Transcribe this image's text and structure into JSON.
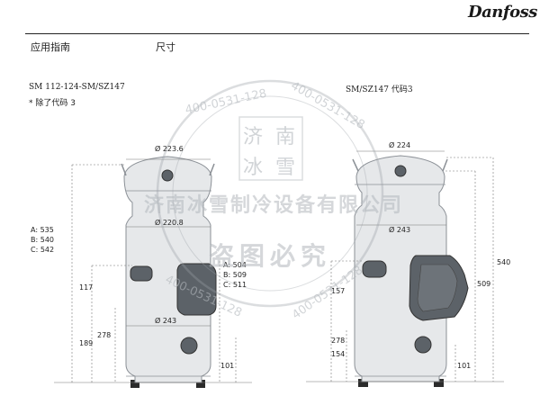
{
  "header": {
    "section": "应用指南",
    "title": "尺寸",
    "brand": "Danfoss"
  },
  "left": {
    "model": "SM 112-124-SM/SZ147",
    "note": "* 除了代码 3",
    "dims": {
      "top_dia": "Ø 223.6",
      "mid_dia": "Ø 220.8",
      "bottom_dia": "Ø 243",
      "heights_abc": [
        "A: 535",
        "B: 540",
        "C: 542"
      ],
      "box_abc": [
        "A: 504",
        "B: 509",
        "C: 511"
      ],
      "h117": "117",
      "h189": "189",
      "h278": "278",
      "h101": "101"
    }
  },
  "right": {
    "model": "SM/SZ147 代码3",
    "dims": {
      "top_dia": "Ø 224",
      "mid_dia": "Ø 243",
      "h540": "540",
      "h509": "509",
      "h157": "157",
      "h278": "278",
      "h154": "154",
      "h101": "101"
    }
  },
  "watermark": {
    "phone": "400-0531-128",
    "company": "济南冰雪制冷设备有限公司",
    "notice": "盗图必究",
    "seal_chars": [
      "济",
      "南",
      "冰",
      "雪"
    ]
  },
  "colors": {
    "body": "#e6e8ea",
    "outline": "#8b9096",
    "part": "#5c6268",
    "watermark": "#9aa0a6"
  }
}
